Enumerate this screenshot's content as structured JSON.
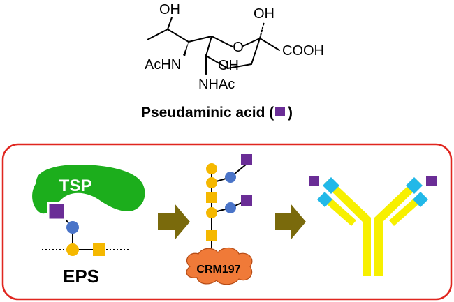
{
  "structure": {
    "oh_top": "OH",
    "oh_ring": "OH",
    "ring_oxygen": "O",
    "cooh": "COOH",
    "achn": "AcHN",
    "oh_mid": "OH",
    "nhac": "NHAc"
  },
  "caption": {
    "text_before": "Pseudaminic acid (",
    "text_after": ")"
  },
  "panel": {
    "tsp_label": "TSP",
    "eps_label": "EPS",
    "carrier_label": "CRM197"
  },
  "colors": {
    "panel_border": "#e0261f",
    "tsp_green": "#1cae1c",
    "pseudaminic_purple": "#6a2d96",
    "sugar_blue": "#4a74c8",
    "sugar_yellow": "#f5b800",
    "arrow_olive": "#7a6a0c",
    "carrier_orange": "#f07a38",
    "antibody_yellow": "#f7f000",
    "antibody_cyan": "#22b8e8"
  }
}
